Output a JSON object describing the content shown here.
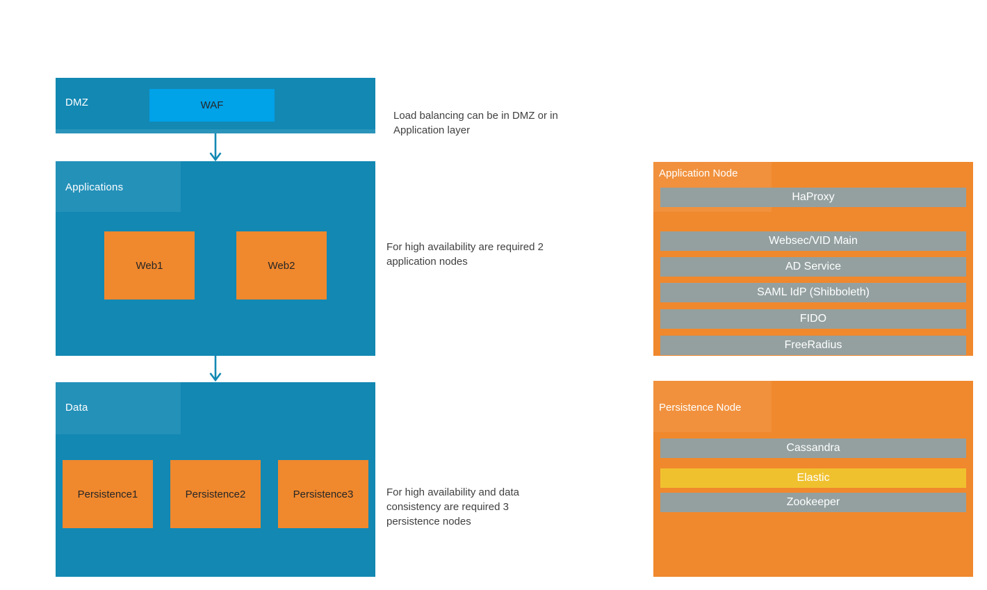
{
  "colors": {
    "layer-blue": "#1288b3",
    "node-cyan": "#00a2e8",
    "node-orange": "#f0882d",
    "bar-gray": "#94a0a0",
    "bar-yellow": "#f0c12f",
    "arrow-blue": "#1288b3",
    "text-light": "#ffffff",
    "text-node": "#262626",
    "text-annotation": "#3f3f3f"
  },
  "layers": {
    "dmz": {
      "label": "DMZ",
      "nodes": {
        "waf": "WAF"
      }
    },
    "applications": {
      "label": "Applications",
      "nodes": {
        "web1": "Web1",
        "web2": "Web2"
      }
    },
    "data": {
      "label": "Data",
      "nodes": {
        "p1": "Persistence1",
        "p2": "Persistence2",
        "p3": "Persistence3"
      }
    }
  },
  "annotations": {
    "load_balancing": {
      "lines": [
        "Load balancing can be in DMZ or in",
        "Application layer"
      ]
    },
    "app_ha": {
      "lines": [
        "For high availability are required 2",
        "application nodes"
      ]
    },
    "data_ha": {
      "lines": [
        "For high availability and data",
        "consistency are required 3",
        "persistence nodes"
      ]
    }
  },
  "detail_boxes": {
    "application_node": {
      "title": "Application Node",
      "bars": [
        {
          "label": "HaProxy",
          "variant": "gray"
        },
        {
          "label": "Websec/VID Main",
          "variant": "gray"
        },
        {
          "label": "AD Service",
          "variant": "gray"
        },
        {
          "label": "SAML IdP (Shibboleth)",
          "variant": "gray"
        },
        {
          "label": "FIDO",
          "variant": "gray"
        },
        {
          "label": "FreeRadius",
          "variant": "gray"
        }
      ]
    },
    "persistence_node": {
      "title": "Persistence Node",
      "bars": [
        {
          "label": "Cassandra",
          "variant": "gray"
        },
        {
          "label": "Elastic",
          "variant": "yellow"
        },
        {
          "label": "Zookeeper",
          "variant": "gray"
        }
      ]
    }
  }
}
